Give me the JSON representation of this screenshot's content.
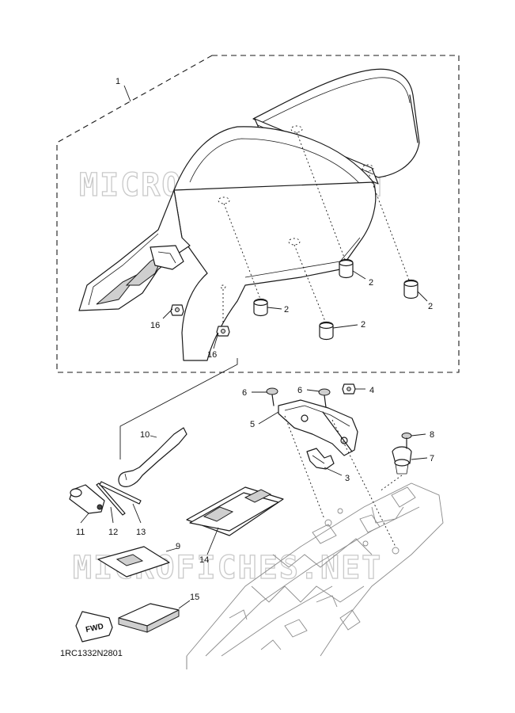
{
  "diagram": {
    "callouts": {
      "c1": "1",
      "c2a": "2",
      "c2b": "2",
      "c2c": "2",
      "c2d": "2",
      "c3": "3",
      "c4": "4",
      "c5": "5",
      "c6a": "6",
      "c6b": "6",
      "c7": "7",
      "c8": "8",
      "c9": "9",
      "c10": "10",
      "c11": "11",
      "c12": "12",
      "c13": "13",
      "c14": "14",
      "c15": "15",
      "c16a": "16",
      "c16b": "16"
    },
    "watermark_top": "MICROFICHES.NET",
    "watermark_bottom": "MICROFICHES.NET",
    "fwd_label": "FWD",
    "drawing_code": "1RC1332N2801"
  }
}
